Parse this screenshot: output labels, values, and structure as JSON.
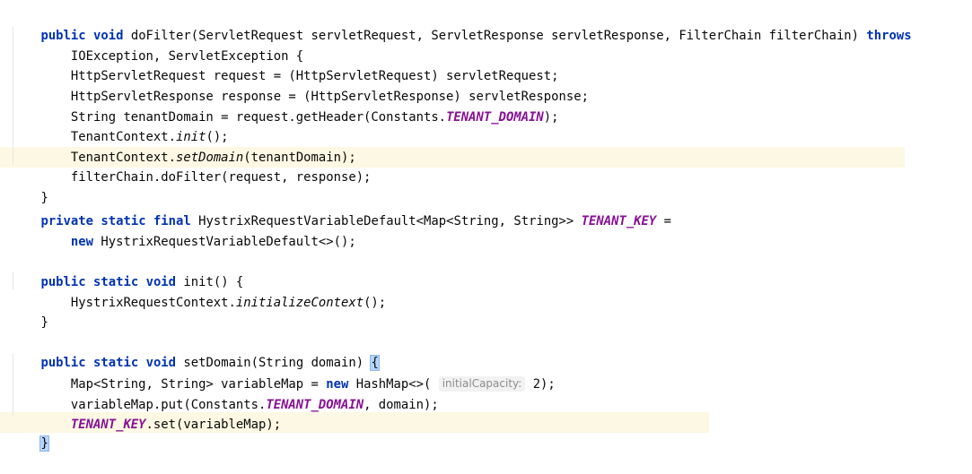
{
  "code": {
    "lines": [
      [
        "public",
        " ",
        "void",
        " doFilter(ServletRequest servletRequest, ServletResponse servletResponse, FilterChain filterChain) ",
        "throws"
      ],
      [
        "    IOException, ServletException {"
      ],
      [
        "    HttpServletRequest request = (HttpServletRequest) servletRequest;"
      ],
      [
        "    HttpServletResponse response = (HttpServletResponse) servletResponse;"
      ],
      [
        "    String tenantDomain = request.getHeader(Constants.",
        "TENANT_DOMAIN",
        ");"
      ],
      [
        "    TenantContext.",
        "init",
        "();"
      ],
      [
        "    TenantContext.",
        "setDomain",
        "(tenantDomain);"
      ],
      [
        "    filterChain.doFilter(request, response);"
      ],
      [
        "}"
      ],
      [
        "private",
        " ",
        "static",
        " ",
        "final",
        " HystrixRequestVariableDefault<Map<String, String>> ",
        "TENANT_KEY",
        " ="
      ],
      [
        "    ",
        "new",
        " HystrixRequestVariableDefault<>();"
      ],
      [
        ""
      ],
      [
        "public",
        " ",
        "static",
        " ",
        "void",
        " init() {"
      ],
      [
        "    HystrixRequestContext.",
        "initializeContext",
        "();"
      ],
      [
        "}"
      ],
      [
        ""
      ],
      [
        "public",
        " ",
        "static",
        " ",
        "void",
        " setDomain(String domain) ",
        "{"
      ],
      [
        "    Map<String, String> variableMap = ",
        "new",
        " HashMap<>( ",
        "initialCapacity:",
        " 2);"
      ],
      [
        "    variableMap.put(Constants.",
        "TENANT_DOMAIN",
        ", domain);"
      ],
      [
        "    ",
        "TENANT_KEY",
        ".set(variableMap);"
      ],
      [
        "}"
      ]
    ]
  }
}
